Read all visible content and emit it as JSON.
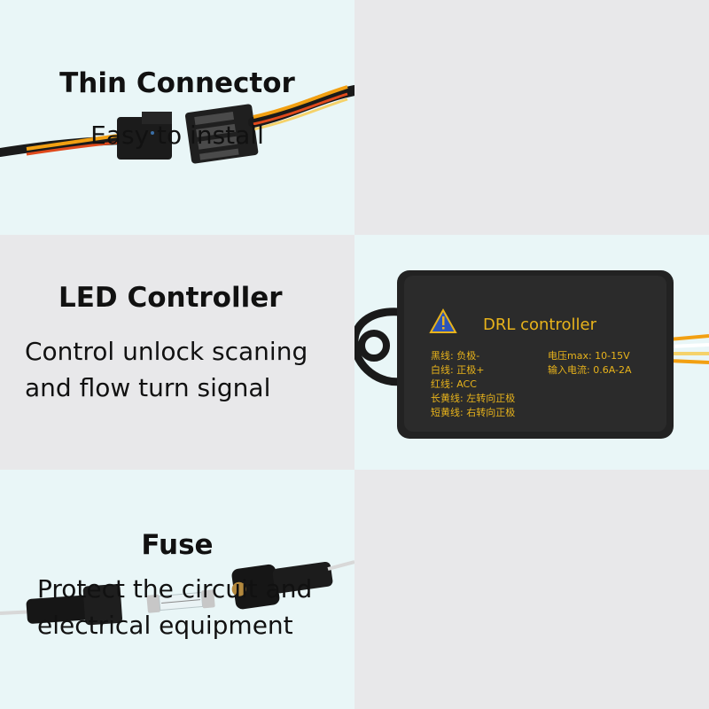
{
  "features": [
    {
      "title": "Thin Connector",
      "lines": [
        "Easy to install"
      ]
    },
    {
      "title": "LED Controller",
      "lines": [
        "Control unlock scaning",
        "and flow turn signal"
      ]
    },
    {
      "title": "Fuse",
      "lines": [
        "Protect the circuit and",
        "electrical equipment"
      ]
    }
  ],
  "controller_label": {
    "title": "DRL controller",
    "left": [
      "黑线: 负极-",
      "白线: 正极+",
      "红线: ACC",
      "长黄线: 左转向正极",
      "短黄线: 右转向正极"
    ],
    "right": [
      "电压max: 10-15V",
      "输入电流: 0.6A-2A"
    ]
  },
  "colors": {
    "panel_gray": "#e8e8ea",
    "panel_cyan": "#e9f6f7",
    "label_yellow": "#e8b31b"
  }
}
